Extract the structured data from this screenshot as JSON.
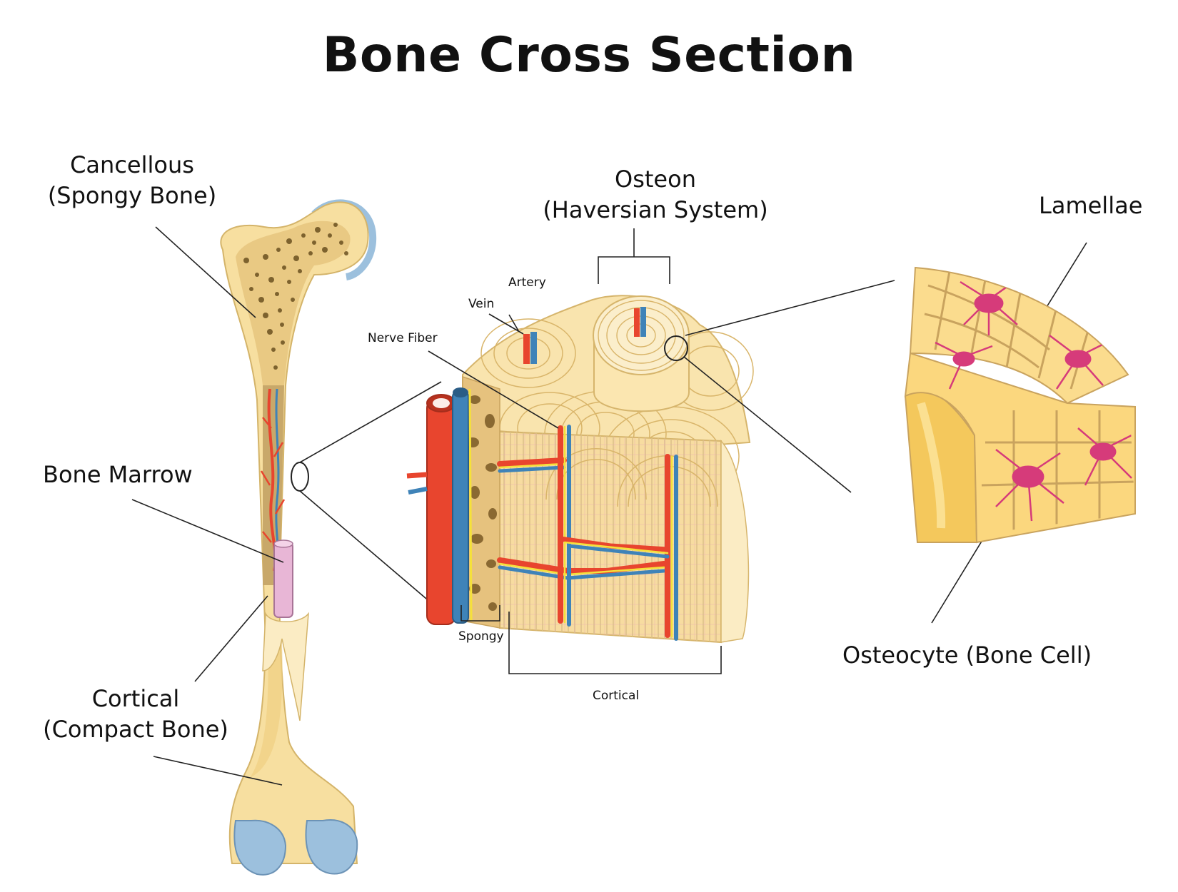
{
  "title": "Bone Cross Section",
  "labels": {
    "cancellous": {
      "line1": "Cancellous",
      "line2": "(Spongy Bone)"
    },
    "bone_marrow": "Bone Marrow",
    "cortical": {
      "line1": "Cortical",
      "line2": "(Compact Bone)"
    },
    "osteon": {
      "line1": "Osteon",
      "line2": "(Haversian System)"
    },
    "lamellae": "Lamellae",
    "osteocyte": "Osteocyte (Bone Cell)",
    "artery": "Artery",
    "vein": "Vein",
    "nerve_fiber": "Nerve Fiber",
    "spongy": "Spongy",
    "cortical_small": "Cortical"
  },
  "colors": {
    "bone": "#f7dfa0",
    "bone_light": "#fcefc6",
    "bone_edge": "#d9b86a",
    "cartilage": "#9cc0dd",
    "artery": "#e8452e",
    "vein": "#3f83b8",
    "nerve": "#f5e13a",
    "marrow": "#e8b6d6",
    "osteocyte": "#d63b7a",
    "spongy_pore": "#6a5020"
  }
}
